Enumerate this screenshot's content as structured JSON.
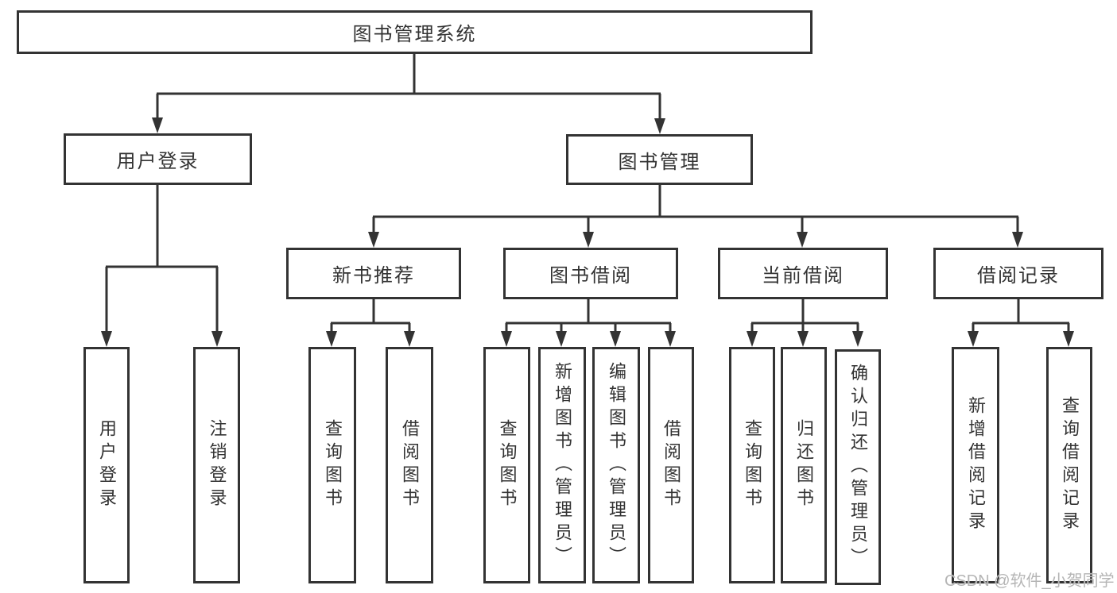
{
  "nodes": {
    "root": "图书管理系统",
    "user-login": "用户登录",
    "book-mgmt": "图书管理",
    "new-book-rec": "新书推荐",
    "book-borrow": "图书借阅",
    "current-borrow": "当前借阅",
    "borrow-records": "借阅记录",
    "leaf-user-login": "用户登录",
    "leaf-logout": "注销登录",
    "leaf-rec-query-book": "查询图书",
    "leaf-rec-borrow-book": "借阅图书",
    "leaf-bb-query-book": "查询图书",
    "leaf-bb-add-book": "新增图书（管理员）",
    "leaf-bb-edit-book": "编辑图书（管理员）",
    "leaf-bb-borrow-book": "借阅图书",
    "leaf-cb-query-book": "查询图书",
    "leaf-cb-return-book": "归还图书",
    "leaf-cb-confirm-return": "确认归还（管理员）",
    "leaf-br-add-record": "新增借阅记录",
    "leaf-br-query-record": "查询借阅记录"
  },
  "watermark": {
    "text": "CSDN @软件_小贺同学"
  },
  "colors": {
    "line": "#333333",
    "text": "#333333",
    "watermark": "#b5b5b5",
    "background": "#ffffff"
  }
}
